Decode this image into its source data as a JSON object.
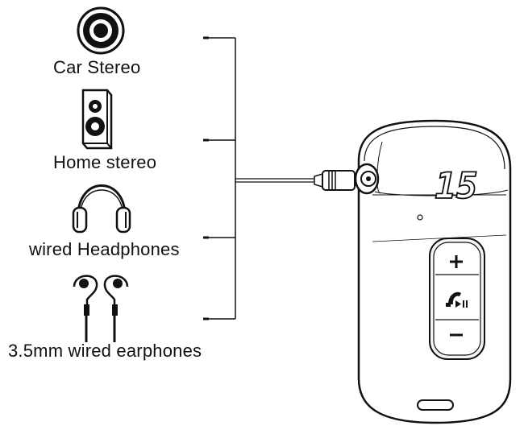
{
  "outputs": [
    {
      "id": "car-stereo",
      "label": "Car Stereo",
      "icon": "speaker-cone-icon"
    },
    {
      "id": "home-stereo",
      "label": "Home stereo",
      "icon": "home-speaker-icon"
    },
    {
      "id": "wired-headphones",
      "label": "wired Headphones",
      "icon": "headphones-icon"
    },
    {
      "id": "wired-earphones",
      "label": "3.5mm wired earphones",
      "icon": "earphones-icon"
    }
  ],
  "device": {
    "display_text": "15",
    "buttons": [
      {
        "id": "volume-up",
        "icon": "plus-icon"
      },
      {
        "id": "call-play-pause",
        "icon": "phone-play-pause-icon"
      },
      {
        "id": "volume-down",
        "icon": "minus-icon"
      }
    ]
  },
  "colors": {
    "line": "#111111",
    "device_fill": "#ffffff",
    "device_shade": "#f2f2f2"
  }
}
